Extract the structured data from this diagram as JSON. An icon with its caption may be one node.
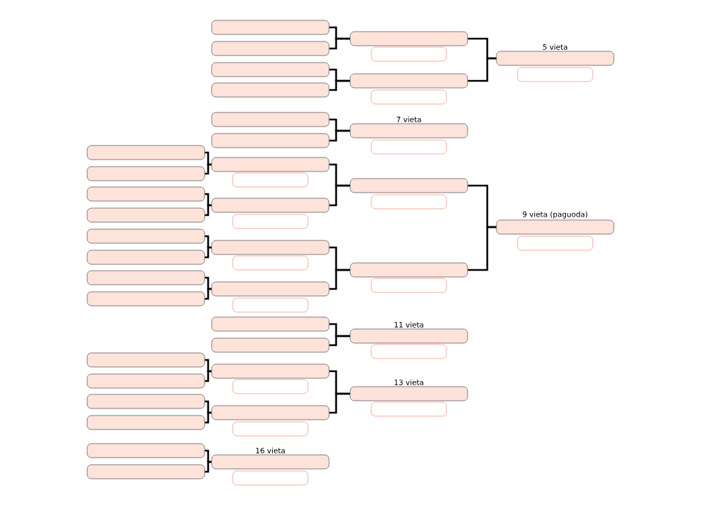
{
  "diagram": {
    "nodes": [
      {
        "text": [],
        "shape": "box"
      },
      {
        "text": [],
        "shape": "box"
      },
      {
        "text": [],
        "shape": "box"
      },
      {
        "text": [],
        "shape": "box"
      },
      {
        "text": [],
        "shape": "box"
      },
      {
        "text": [],
        "shape": "box"
      },
      {
        "text": [],
        "shape": "box"
      },
      {
        "text": [],
        "shape": "box"
      },
      {
        "text": [],
        "shape": "box"
      },
      {
        "text": [],
        "shape": "box"
      },
      {
        "text": [],
        "shape": "box"
      },
      {
        "text": [],
        "shape": "box"
      },
      {
        "text": [],
        "shape": "box"
      },
      {
        "text": [],
        "shape": "box"
      },
      {
        "text": [],
        "shape": "box"
      },
      {
        "text": [],
        "shape": "box"
      },
      {
        "text": [],
        "shape": "box"
      },
      {
        "text": [],
        "shape": "box"
      },
      {
        "text": [],
        "shape": "box"
      },
      {
        "text": [],
        "shape": "box"
      },
      {
        "text": [],
        "shape": "box"
      },
      {
        "text": [],
        "shape": "box"
      },
      {
        "text": [],
        "shape": "box"
      },
      {
        "text": [],
        "shape": "box"
      },
      {
        "text": [],
        "shape": "box"
      },
      {
        "text": [],
        "shape": "box"
      },
      {
        "text": [],
        "shape": "box"
      },
      {
        "text": [],
        "shape": "box"
      },
      {
        "text": [],
        "shape": "box"
      },
      {
        "text": [],
        "shape": "box"
      },
      {
        "text": [],
        "shape": "box"
      },
      {
        "text": [],
        "shape": "box"
      },
      {
        "text": [],
        "shape": "box"
      },
      {
        "text": [],
        "shape": "box"
      },
      {
        "text": [
          "16 vieta"
        ]
      },
      {
        "text": [],
        "shape": "box"
      },
      {
        "text": [],
        "shape": "box"
      },
      {
        "text": [],
        "shape": "box"
      },
      {
        "text": [],
        "shape": "box"
      },
      {
        "text": [],
        "shape": "box"
      },
      {
        "text": [
          "7 vieta"
        ]
      },
      {
        "text": [],
        "shape": "box"
      },
      {
        "text": [],
        "shape": "box"
      },
      {
        "text": [],
        "shape": "box"
      },
      {
        "text": [],
        "shape": "box"
      },
      {
        "text": [],
        "shape": "box"
      },
      {
        "text": [
          "11 vieta"
        ]
      },
      {
        "text": [],
        "shape": "box"
      },
      {
        "text": [
          "13 vieta"
        ]
      },
      {
        "text": [],
        "shape": "box"
      },
      {
        "text": [
          "5 vieta"
        ]
      },
      {
        "text": [],
        "shape": "box"
      },
      {
        "text": [
          "9 vieta (paguoda)"
        ]
      },
      {
        "text": [],
        "shape": "box"
      }
    ],
    "edges": [
      {
        "from": 0,
        "to": 20,
        "arrow": "none"
      },
      {
        "from": 1,
        "to": 20,
        "arrow": "none"
      },
      {
        "from": 2,
        "to": 22,
        "arrow": "none"
      },
      {
        "from": 3,
        "to": 22,
        "arrow": "none"
      },
      {
        "from": 4,
        "to": 24,
        "arrow": "none"
      },
      {
        "from": 5,
        "to": 24,
        "arrow": "none"
      },
      {
        "from": 6,
        "to": 26,
        "arrow": "none"
      },
      {
        "from": 7,
        "to": 26,
        "arrow": "none"
      },
      {
        "from": 8,
        "to": 30,
        "arrow": "none"
      },
      {
        "from": 9,
        "to": 30,
        "arrow": "none"
      },
      {
        "from": 10,
        "to": 32,
        "arrow": "none"
      },
      {
        "from": 11,
        "to": 32,
        "arrow": "none"
      },
      {
        "from": 12,
        "to": 34,
        "arrow": "none"
      },
      {
        "from": 13,
        "to": 34,
        "arrow": "none"
      },
      {
        "from": 14,
        "to": 36,
        "arrow": "none"
      },
      {
        "from": 15,
        "to": 36,
        "arrow": "none"
      },
      {
        "from": 16,
        "to": 38,
        "arrow": "none"
      },
      {
        "from": 17,
        "to": 38,
        "arrow": "none"
      },
      {
        "from": 18,
        "to": 40,
        "arrow": "none"
      },
      {
        "from": 19,
        "to": 40,
        "arrow": "none"
      },
      {
        "from": 20,
        "to": 42,
        "arrow": "none"
      },
      {
        "from": 22,
        "to": 42,
        "arrow": "none"
      },
      {
        "from": 24,
        "to": 44,
        "arrow": "none"
      },
      {
        "from": 26,
        "to": 44,
        "arrow": "none"
      },
      {
        "from": 28,
        "to": 46,
        "arrow": "none"
      },
      {
        "from": 29,
        "to": 46,
        "arrow": "none"
      },
      {
        "from": 30,
        "to": 48,
        "arrow": "none"
      },
      {
        "from": 32,
        "to": 48,
        "arrow": "none"
      },
      {
        "from": 36,
        "to": 50,
        "arrow": "none"
      },
      {
        "from": 38,
        "to": 50,
        "arrow": "none"
      },
      {
        "from": 42,
        "to": 52,
        "arrow": "none"
      },
      {
        "from": 44,
        "to": 52,
        "arrow": "none"
      }
    ]
  }
}
